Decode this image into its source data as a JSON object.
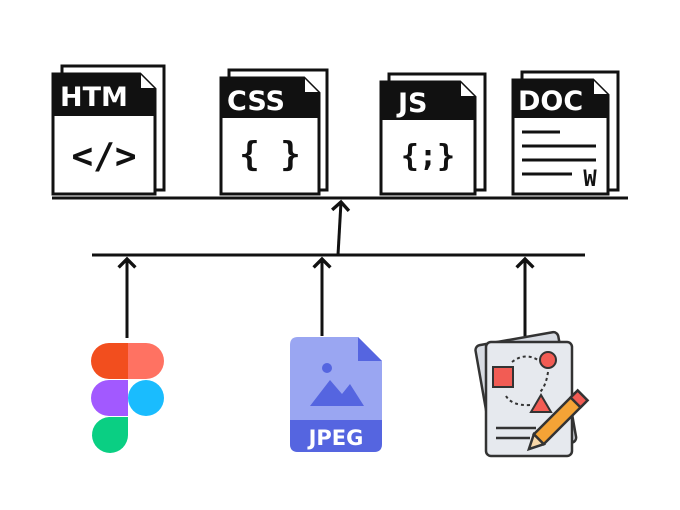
{
  "diagram": {
    "file_icons": [
      {
        "id": "html",
        "label": "HTM",
        "symbol": "</>"
      },
      {
        "id": "css",
        "label": "CSS",
        "symbol": "{ }"
      },
      {
        "id": "js",
        "label": "JS",
        "symbol": "{;}"
      },
      {
        "id": "doc",
        "label": "DOC",
        "symbol": "W"
      }
    ],
    "source_icons": [
      {
        "id": "figma",
        "icon": "figma-logo-icon"
      },
      {
        "id": "jpeg",
        "icon": "jpeg-file-icon",
        "label": "JPEG"
      },
      {
        "id": "plan",
        "icon": "design-plan-icon"
      }
    ],
    "colors": {
      "line": "#111111",
      "figma_red": "#F24E1E",
      "figma_salmon": "#FF7262",
      "figma_purple": "#A259FF",
      "figma_blue": "#1ABCFE",
      "figma_green": "#0ACF83",
      "jpeg_light": "#9AA6F2",
      "jpeg_dark": "#5565E0",
      "plan_paper": "#E6E9EE",
      "plan_red": "#F25C54",
      "plan_orange": "#F4A336"
    }
  }
}
